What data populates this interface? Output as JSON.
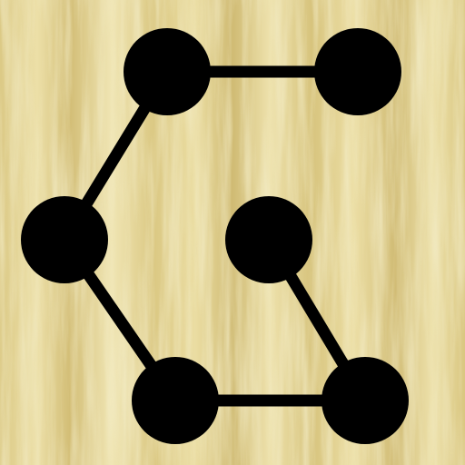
{
  "puzzle": {
    "colors": {
      "wood_base": "#e3d497",
      "wood_light": "#f2e8b6",
      "wood_dark": "#b7a25e",
      "ink": "#000000"
    },
    "nodes": [
      {
        "id": "top-left"
      },
      {
        "id": "top-right"
      },
      {
        "id": "middle-left"
      },
      {
        "id": "center"
      },
      {
        "id": "bottom-left"
      },
      {
        "id": "bottom-right"
      }
    ],
    "edges": [
      [
        "top-left",
        "top-right"
      ],
      [
        "top-left",
        "middle-left"
      ],
      [
        "middle-left",
        "bottom-left"
      ],
      [
        "bottom-left",
        "bottom-right"
      ],
      [
        "bottom-right",
        "center"
      ]
    ]
  }
}
